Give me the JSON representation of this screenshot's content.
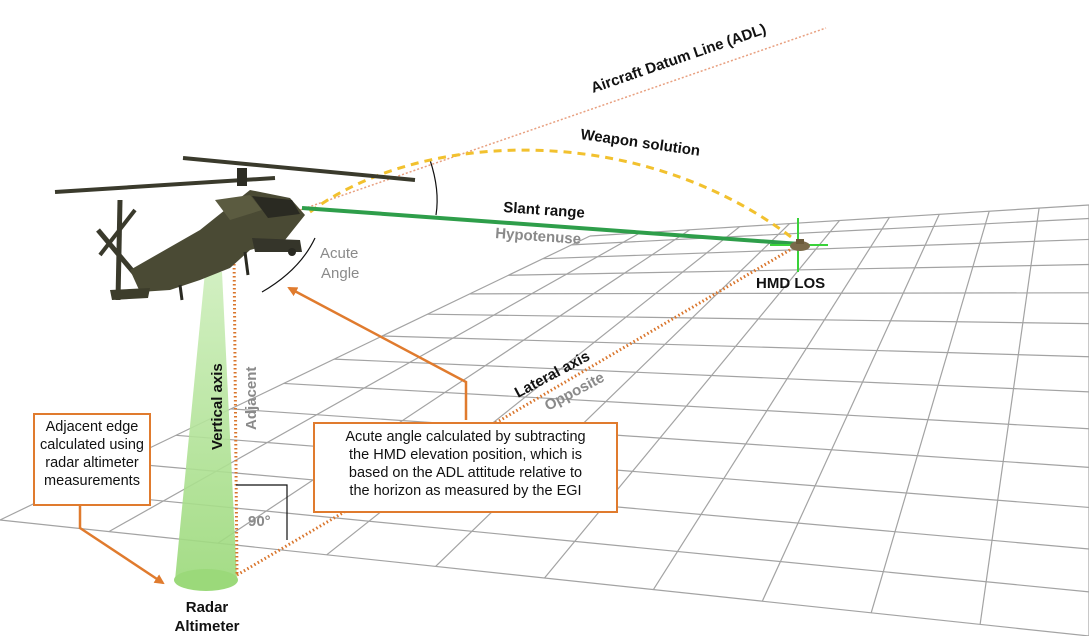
{
  "labels": {
    "adl": "Aircraft Datum Line (ADL)",
    "weapon_solution": "Weapon solution",
    "slant_range": "Slant range",
    "hypotenuse": "Hypotenuse",
    "hmd_los": "HMD LOS",
    "acute": "Acute",
    "angle": "Angle",
    "vertical_axis": "Vertical axis",
    "adjacent": "Adjacent",
    "lateral_axis": "Lateral axis",
    "opposite": "Opposite",
    "right_angle": "90°",
    "radar": "Radar",
    "altimeter": "Altimeter"
  },
  "callouts": {
    "left": [
      "Adjacent edge",
      "calculated using",
      "radar altimeter",
      "measurements"
    ],
    "mid": [
      "Acute angle calculated by subtracting",
      "the HMD elevation position, which is",
      "based on the ADL attitude relative to",
      "the horizon as measured by the EGI"
    ]
  },
  "colors": {
    "adl_line": "#e8a080",
    "weapon_arc": "#f2c12e",
    "slant_range": "#2e9e4a",
    "hypotenuse_text": "#8a8a8a",
    "dotted_orange": "#d9742a",
    "callout_border": "#e07b2e",
    "radar_beam": "#a8e08a",
    "grid": "#9a9a9a",
    "crosshair": "#3ad23a"
  }
}
